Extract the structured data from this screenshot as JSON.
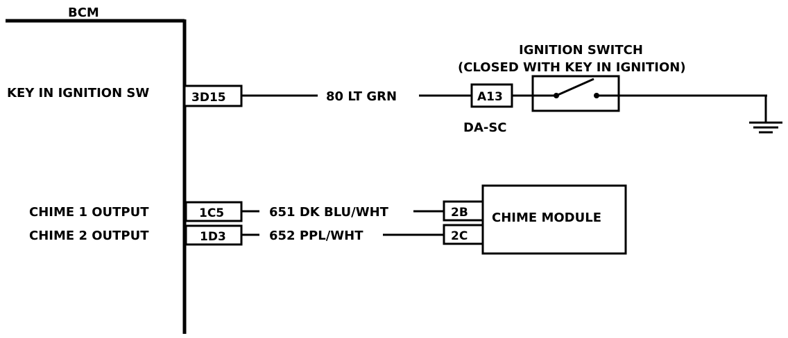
{
  "bcm": {
    "title": "BCM",
    "circuits": [
      {
        "label": "KEY IN IGNITION SW",
        "pin": "3D15",
        "wire": "80 LT GRN"
      },
      {
        "label": "CHIME 1 OUTPUT",
        "pin": "1C5",
        "wire": "651 DK BLU/WHT"
      },
      {
        "label": "CHIME 2 OUTPUT",
        "pin": "1D3",
        "wire": "652 PPL/WHT"
      }
    ]
  },
  "ignition_switch": {
    "title_line1": "IGNITION SWITCH",
    "title_line2": "(CLOSED WITH KEY IN IGNITION)",
    "connector_pin": "A13",
    "connector_id": "DA-SC"
  },
  "chime_module": {
    "label": "CHIME MODULE",
    "pins": [
      "2B",
      "2C"
    ]
  },
  "icons": {
    "ground": "ground-symbol-icon",
    "switch": "switch-contact-icon"
  }
}
